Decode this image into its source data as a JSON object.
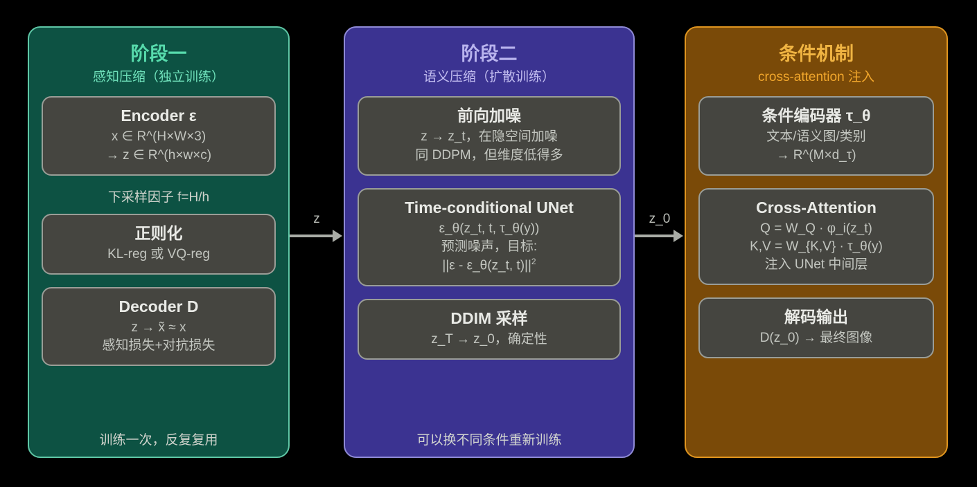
{
  "diagram": {
    "columns": [
      {
        "id": "stage1",
        "title": "阶段一",
        "subtitle": "感知压缩（独立训练）",
        "accent": "#57dbac",
        "background": "#0d5243",
        "border": "#5fc7a6",
        "footer": "训练一次，反复复用",
        "cards": [
          {
            "title": "Encoder ε",
            "lines": [
              "x ∈ R^(H×W×3)",
              "→ z ∈ R^(h×w×c)"
            ]
          },
          {
            "title": "正则化",
            "lines": [
              "KL-reg 或 VQ-reg"
            ]
          },
          {
            "title": "Decoder D",
            "lines": [
              "z → x̃ ≈ x",
              "感知损失+对抗损失"
            ]
          }
        ],
        "note": "下采样因子 f=H/h"
      },
      {
        "id": "stage2",
        "title": "阶段二",
        "subtitle": "语义压缩（扩散训练）",
        "accent": "#b9b4ee",
        "background": "#3b3391",
        "border": "#8f8ad6",
        "footer": "可以换不同条件重新训练",
        "cards": [
          {
            "title": "前向加噪",
            "lines": [
              "z → z_t，在隐空间加噪",
              "同 DDPM，但维度低得多"
            ]
          },
          {
            "title": "Time-conditional UNet",
            "lines": [
              "ε_θ(z_t, t, τ_θ(y))",
              "预测噪声，目标:",
              "||ε - ε_θ(z_t, t)||²"
            ]
          },
          {
            "title": "DDIM 采样",
            "lines": [
              "z_T → z_0，确定性"
            ]
          }
        ],
        "note": ""
      },
      {
        "id": "conditioning",
        "title": "条件机制",
        "subtitle": "cross-attention 注入",
        "accent": "#f0b442",
        "background": "#7a4a08",
        "border": "#e0951f",
        "footer": "",
        "cards": [
          {
            "title": "条件编码器 τ_θ",
            "lines": [
              "文本/语义图/类别",
              "→ R^(M×d_τ)"
            ]
          },
          {
            "title": "Cross-Attention",
            "lines": [
              "Q = W_Q · φ_i(z_t)",
              "K,V = W_{K,V} · τ_θ(y)",
              "注入 UNet 中间层"
            ]
          },
          {
            "title": "解码输出",
            "lines": [
              "D(z_0) → 最终图像"
            ]
          }
        ],
        "note": ""
      }
    ],
    "arrows": [
      {
        "id": "arrow-z",
        "label": "z"
      },
      {
        "id": "arrow-z0",
        "label": "z_0"
      }
    ]
  }
}
